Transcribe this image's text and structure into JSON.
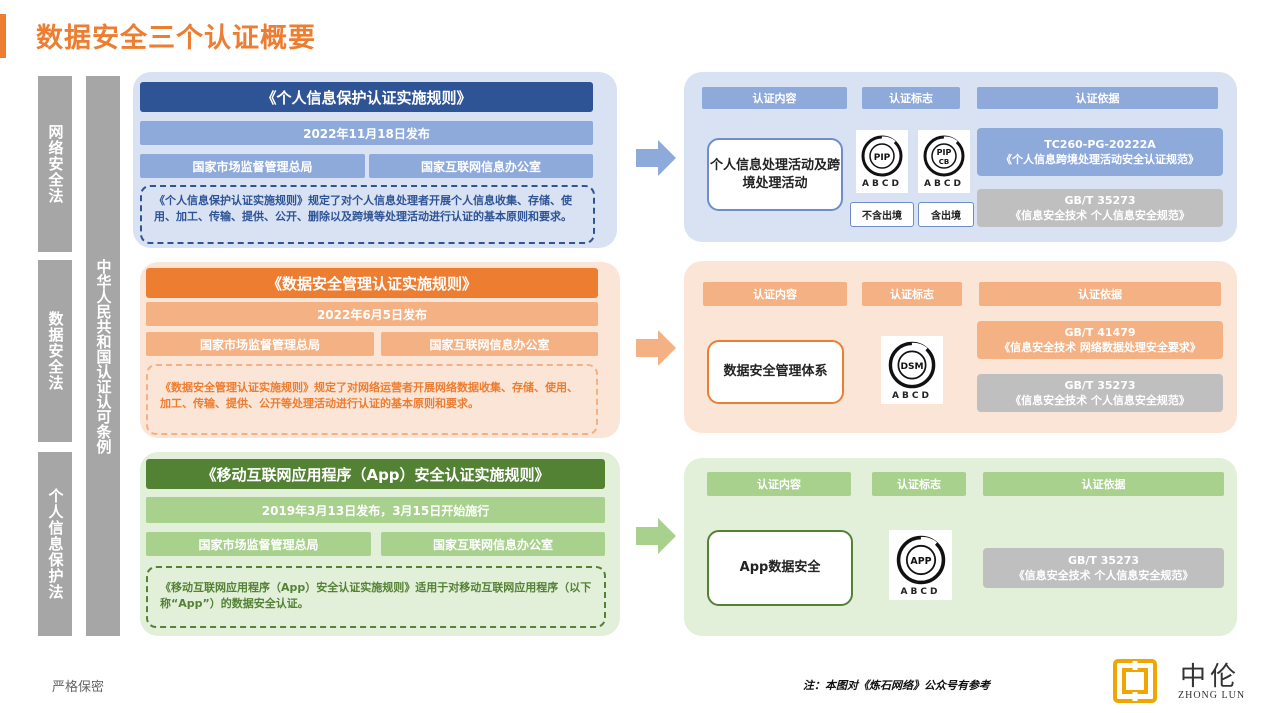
{
  "page_title": "数据安全三个认证概要",
  "left_column": {
    "laws": [
      "网络安全法",
      "数据安全法",
      "个人信息保护法"
    ],
    "regulation": "中华人民共和国认证认可条例"
  },
  "sections": [
    {
      "header": "《个人信息保护认证实施规则》",
      "date": "2022年11月18日发布",
      "issuers": [
        "国家市场监督管理总局",
        "国家互联网信息办公室"
      ],
      "description": "《个人信息保护认证实施规则》规定了对个人信息处理者开展个人信息收集、存储、使用、加工、传输、提供、公开、删除以及跨境等处理活动进行认证的基本原则和要求。",
      "labels": [
        "认证内容",
        "认证标志",
        "认证依据"
      ],
      "content": "个人信息处理活动及跨境处理活动",
      "marks": [
        {
          "icon": "pip-certification-icon",
          "code": "PIP",
          "caption": "ABCD",
          "tag": "不含出境"
        },
        {
          "icon": "pip-cb-certification-icon",
          "code": "PIP CB",
          "caption": "ABCD",
          "tag": "含出境"
        }
      ],
      "bases": [
        {
          "code": "TC260-PG-20222A",
          "title": "《个人信息跨境处理活动安全认证规范》"
        },
        {
          "code": "GB/T 35273",
          "title": "《信息安全技术 个人信息安全规范》"
        }
      ],
      "colors": {
        "panel": "#d9e2f3",
        "header": "#2f5496",
        "sub": "#8eaadb",
        "desc_border": "#2f5496",
        "desc_text": "#2f5496",
        "basis_main": "#8eaadb",
        "basis_alt": "#bfbfbf"
      }
    },
    {
      "header": "《数据安全管理认证实施规则》",
      "date": "2022年6月5日发布",
      "issuers": [
        "国家市场监督管理总局",
        "国家互联网信息办公室"
      ],
      "description": "《数据安全管理认证实施规则》规定了对网络运营者开展网络数据收集、存储、使用、加工、传输、提供、公开等处理活动进行认证的基本原则和要求。",
      "labels": [
        "认证内容",
        "认证标志",
        "认证依据"
      ],
      "content": "数据安全管理体系",
      "marks": [
        {
          "icon": "dsm-certification-icon",
          "code": "DSM",
          "caption": "ABCD"
        }
      ],
      "bases": [
        {
          "code": "GB/T 41479",
          "title": "《信息安全技术 网络数据处理安全要求》"
        },
        {
          "code": "GB/T 35273",
          "title": "《信息安全技术 个人信息安全规范》"
        }
      ],
      "colors": {
        "panel": "#fbe5d6",
        "header": "#ed7d31",
        "sub": "#f4b183",
        "desc_border": "#f4b183",
        "desc_text": "#ed7d31",
        "basis_main": "#f4b183",
        "basis_alt": "#bfbfbf"
      }
    },
    {
      "header": "《移动互联网应用程序（App）安全认证实施规则》",
      "date": "2019年3月13日发布，3月15日开始施行",
      "issuers": [
        "国家市场监督管理总局",
        "国家互联网信息办公室"
      ],
      "description": "《移动互联网应用程序（App）安全认证实施规则》适用于对移动互联网应用程序（以下称“App”）的数据安全认证。",
      "labels": [
        "认证内容",
        "认证标志",
        "认证依据"
      ],
      "content": "App数据安全",
      "marks": [
        {
          "icon": "app-certification-icon",
          "code": "APP",
          "caption": "ABCD"
        }
      ],
      "bases": [
        {
          "code": "GB/T 35273",
          "title": "《信息安全技术 个人信息安全规范》"
        }
      ],
      "colors": {
        "panel": "#e2efd9",
        "header": "#548235",
        "sub": "#a9d18e",
        "desc_border": "#548235",
        "desc_text": "#548235",
        "basis_main": "#bfbfbf",
        "basis_alt": "#bfbfbf"
      }
    }
  ],
  "footer": {
    "confidential": "严格保密",
    "note": "注：本图对《炼石网络》公众号有参考",
    "brand_cn": "中伦",
    "brand_en": "ZHONG LUN",
    "brand_color": "#f0a500"
  }
}
